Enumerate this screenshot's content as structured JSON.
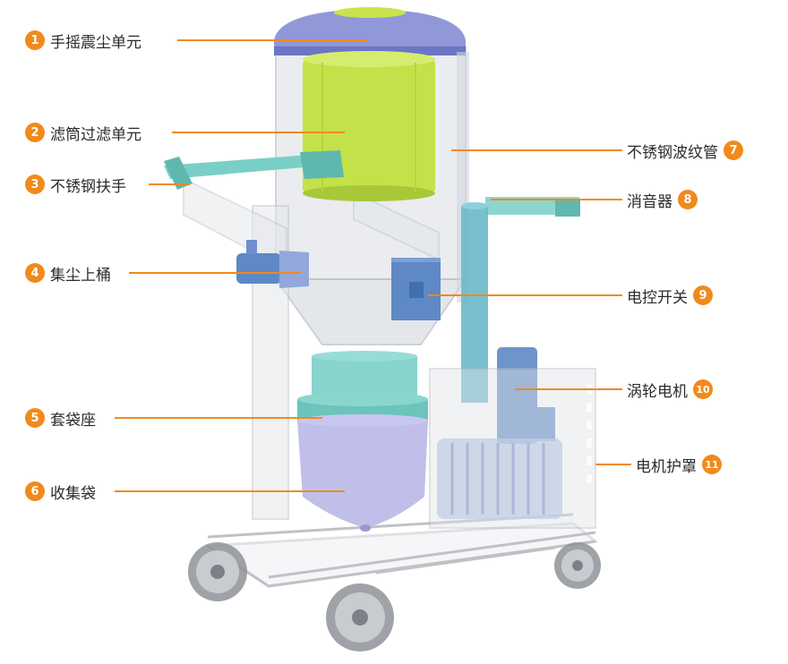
{
  "colors": {
    "accent": "#f08a1c",
    "filter": "#c4e14a",
    "teal": "#79cfc6",
    "blue": "#5e88c6",
    "bag": "#b9b8e8"
  },
  "callouts": {
    "c1": {
      "num": "1",
      "text": "手摇震尘单元"
    },
    "c2": {
      "num": "2",
      "text": "滤筒过滤单元"
    },
    "c3": {
      "num": "3",
      "text": "不锈钢扶手"
    },
    "c4": {
      "num": "4",
      "text": "集尘上桶"
    },
    "c5": {
      "num": "5",
      "text": "套袋座"
    },
    "c6": {
      "num": "6",
      "text": "收集袋"
    },
    "c7": {
      "num": "7",
      "text": "不锈钢波纹管"
    },
    "c8": {
      "num": "8",
      "text": "消音器"
    },
    "c9": {
      "num": "9",
      "text": "电控开关"
    },
    "c10": {
      "num": "10",
      "text": "涡轮电机"
    },
    "c11": {
      "num": "11",
      "text": "电机护罩"
    }
  }
}
